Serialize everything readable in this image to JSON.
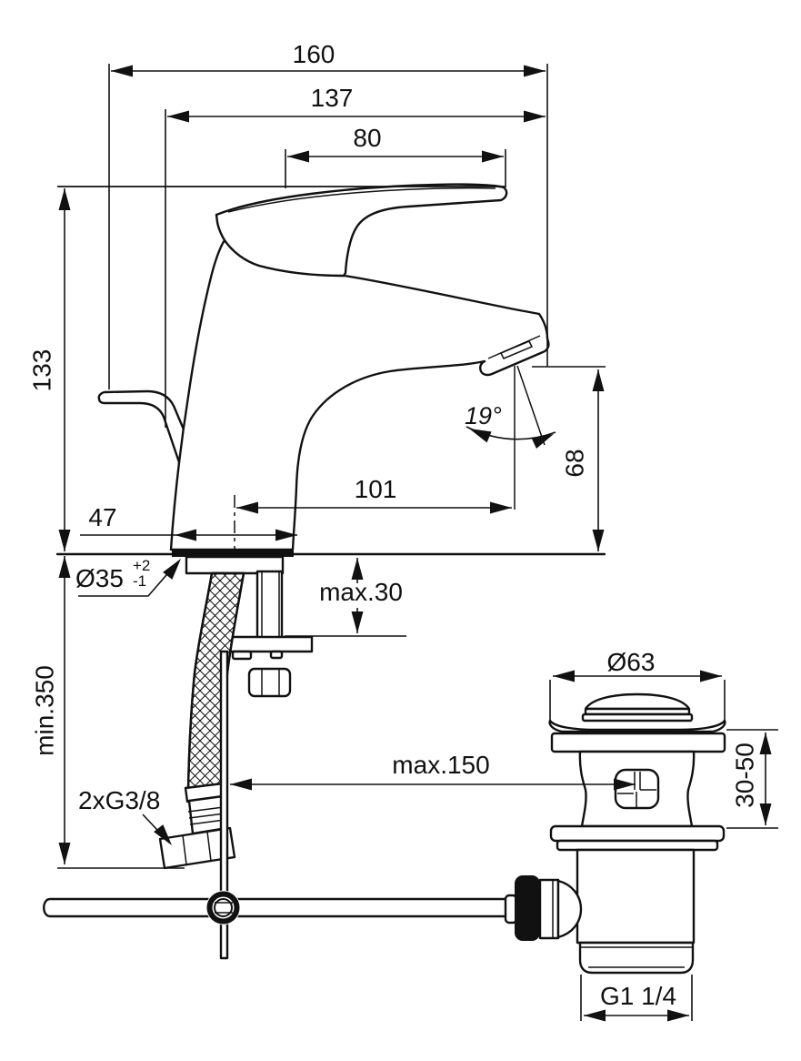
{
  "page": {
    "background": "#ffffff",
    "line_color": "#111111"
  },
  "labels": {
    "dim_160": "160",
    "dim_137": "137",
    "dim_80": "80",
    "dim_133": "133",
    "dim_101": "101",
    "dim_47": "47",
    "dim_68": "68",
    "angle_19": "19°",
    "dia_35": "Ø35",
    "dia_35_tol_plus": "+2",
    "dia_35_tol_minus": "-1",
    "dim_max_30": "max.30",
    "dim_min_350": "min.350",
    "hose_thread": "2xG3/8",
    "dim_max_150": "max.150",
    "dia_63": "Ø63",
    "dim_30_50": "30-50",
    "waste_thread": "G1 1/4"
  }
}
